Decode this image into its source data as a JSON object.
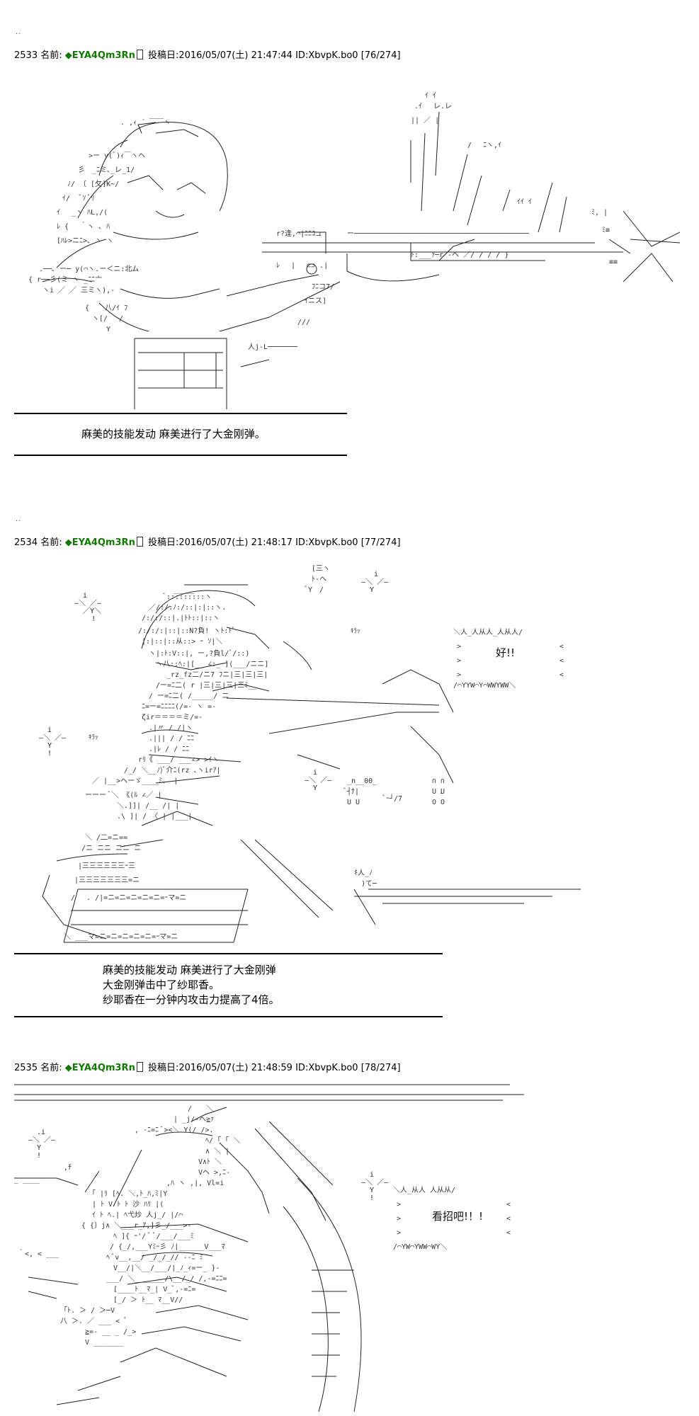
{
  "leading_dots": "..",
  "posts": [
    {
      "number": "2533",
      "name_label": "名前:",
      "name": "◆EYA4Qm3Rn",
      "date_label": "投稿日:",
      "date": "2016/05/07(土) 21:47:44",
      "id": "ID:XbvpK.bo0",
      "count": "[76/274]",
      "narration": [
        "麻美的技能发动 麻美进行了大金刚弹。"
      ]
    },
    {
      "number": "2534",
      "name_label": "名前:",
      "name": "◆EYA4Qm3Rn",
      "date_label": "投稿日:",
      "date": "2016/05/07(土) 21:48:17",
      "id": "ID:XbvpK.bo0",
      "count": "[77/274]",
      "speech": "好!!",
      "sfx": "ｷﾗｯ",
      "narration": [
        "麻美的技能发动 麻美进行了大金刚弹",
        "大金刚弹击中了纱耶香。",
        "纱耶香在一分钟内攻击力提高了4倍。"
      ]
    },
    {
      "number": "2535",
      "name_label": "名前:",
      "name": "◆EYA4Qm3Rn",
      "date_label": "投稿日:",
      "date": "2016/05/07(土) 21:48:59",
      "id": "ID:XbvpK.bo0",
      "count": "[78/274]",
      "speech": "看招吧!！!"
    }
  ]
}
